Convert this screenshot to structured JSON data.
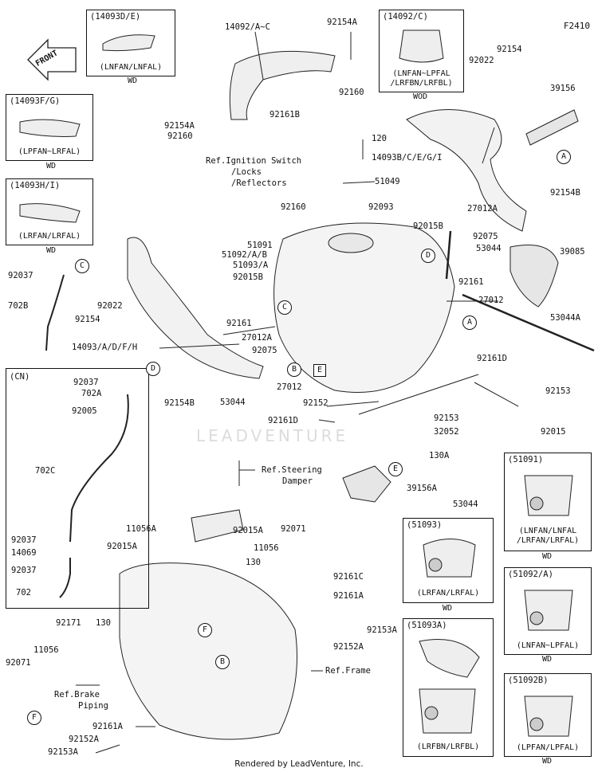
{
  "figure_code": "F2410",
  "front_label": "FRONT",
  "watermark": "LEADVENTURE",
  "footer": "Rendered by LeadVenture, Inc.",
  "cn_label": "(CN)",
  "labels": {
    "p14092ac": "14092/A~C",
    "p92154a_top": "92154A",
    "p92160_top": "92160",
    "p92161b": "92161B",
    "p92154a_left": "92154A",
    "p92160_left": "92160",
    "p92022_right": "92022",
    "p92154_right": "92154",
    "p39156": "39156",
    "p120": "120",
    "p14093bceg": "14093B/C/E/G/I",
    "p51049": "51049",
    "p92093": "92093",
    "p92160_mid": "92160",
    "p27012a_right": "27012A",
    "p92154b_right": "92154B",
    "p92015b_right": "92015B",
    "p92075_right": "92075",
    "p53044_right": "53044",
    "p39085": "39085",
    "p51091": "51091",
    "p51092ab": "51092/A/B",
    "p51093a": "51093/A",
    "p92015b_mid": "92015B",
    "p92161_right": "92161",
    "p27012_right": "27012",
    "p53044a": "53044A",
    "p92037_left": "92037",
    "p702b": "702B",
    "p92022_left": "92022",
    "p92154_left": "92154",
    "p92161_mid": "92161",
    "p27012a_mid": "27012A",
    "p14093adfh": "14093/A/D/F/H",
    "p92075_mid": "92075",
    "p92161d": "92161D",
    "p27012_mid": "27012",
    "p92152": "92152",
    "p92154b_left": "92154B",
    "p53044_mid": "53044",
    "p92161d_low": "92161D",
    "p92153_r1": "92153",
    "p92153_r2": "92153",
    "p32052": "32052",
    "p92015": "92015",
    "p130a": "130A",
    "p39156a": "39156A",
    "p53044_low": "53044",
    "p92037_cn1": "92037",
    "p702a": "702A",
    "p92005": "92005",
    "p702c": "702C",
    "p92037_cn2": "92037",
    "p14069": "14069",
    "p92037_cn3": "92037",
    "p702": "702",
    "p11056a": "11056A",
    "p92015a_r": "92015A",
    "p92015a_l": "92015A",
    "p92071_top": "92071",
    "p11056_mid": "11056",
    "p130_mid": "130",
    "p92161c": "92161C",
    "p92161a_mid": "92161A",
    "p92153a_mid": "92153A",
    "p92152a_mid": "92152A",
    "p92171": "92171",
    "p130_left": "130",
    "p11056_left": "11056",
    "p92071_left": "92071",
    "p92161a_low": "92161A",
    "p92152a_low": "92152A",
    "p92153a_low": "92153A"
  },
  "references": {
    "ignition": [
      "Ref.Ignition Switch",
      "/Locks",
      "/Reflectors"
    ],
    "steering": [
      "Ref.Steering",
      "Damper"
    ],
    "frame": "Ref.Frame",
    "brake": [
      "Ref.Brake",
      "Piping"
    ]
  },
  "callouts": {
    "A": "A",
    "B": "B",
    "C": "C",
    "D": "D",
    "E": "E",
    "F": "F"
  },
  "inset_boxes": [
    {
      "code": "(14093D/E)",
      "variant": [
        "(LNFAN/LNFAL)"
      ],
      "caption": "WD"
    },
    {
      "code": "(14092/C)",
      "variant": [
        "(LNFAN~LPFAL",
        "/LRFBN/LRFBL)"
      ],
      "caption": "WOD"
    },
    {
      "code": "(14093F/G)",
      "variant": [
        "(LPFAN~LRFAL)"
      ],
      "caption": "WD"
    },
    {
      "code": "(14093H/I)",
      "variant": [
        "(LRFAN/LRFAL)"
      ],
      "caption": "WD"
    },
    {
      "code": "(51091)",
      "variant": [
        "(LNFAN/LNFAL",
        "/LRFAN/LRFAL)"
      ],
      "caption": "WD"
    },
    {
      "code": "(51093)",
      "variant": [
        "(LRFAN/LRFAL)"
      ],
      "caption": "WD"
    },
    {
      "code": "(51092/A)",
      "variant": [
        "(LNFAN~LPFAL)"
      ],
      "caption": "WD"
    },
    {
      "code": "(51093A)",
      "variant": [
        "(LRFBN/LRFBL)"
      ],
      "caption": "WD"
    },
    {
      "code": "(51092B)",
      "variant": [
        "(LPFAN/LPFAL)"
      ],
      "caption": "WD"
    }
  ]
}
